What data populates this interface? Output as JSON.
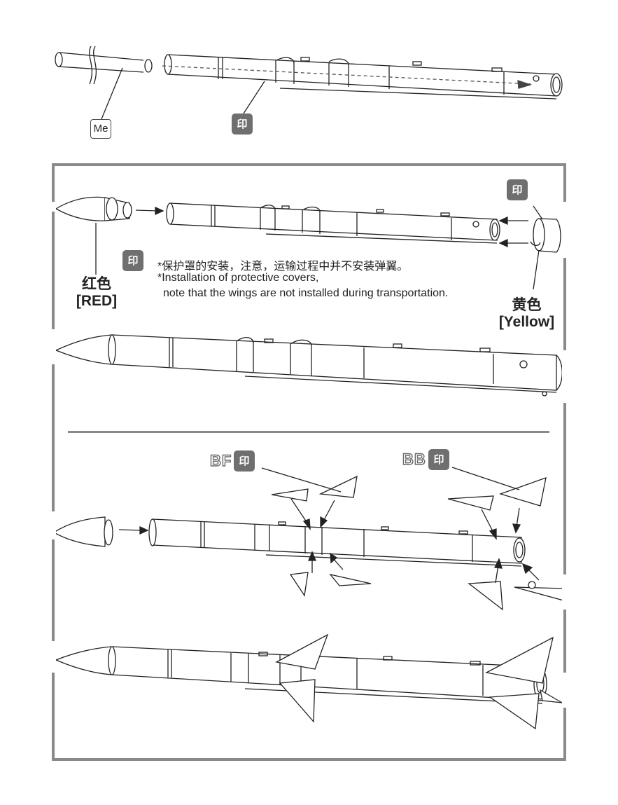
{
  "step1": {
    "badge_metal": "Me",
    "badge_part": "印"
  },
  "step2": {
    "badge_part_left": "印",
    "badge_part_right": "印",
    "note_cn": "*保护罩的安装，注意，运输过程中并不安装弹翼。",
    "note_en_1": "*Installation of protective covers,",
    "note_en_2": "note that the wings are not installed during transportation.",
    "red_cn": "红色",
    "red_en": "[RED]",
    "yellow_cn": "黄色",
    "yellow_en": "[Yellow]"
  },
  "step3": {
    "front_fin_code": "BF",
    "rear_fin_code": "BB",
    "badge_part_front": "印",
    "badge_part_rear": "印"
  },
  "colors": {
    "frame": "#8a8a8a",
    "badge": "#6f6f6f",
    "line": "#222222"
  }
}
